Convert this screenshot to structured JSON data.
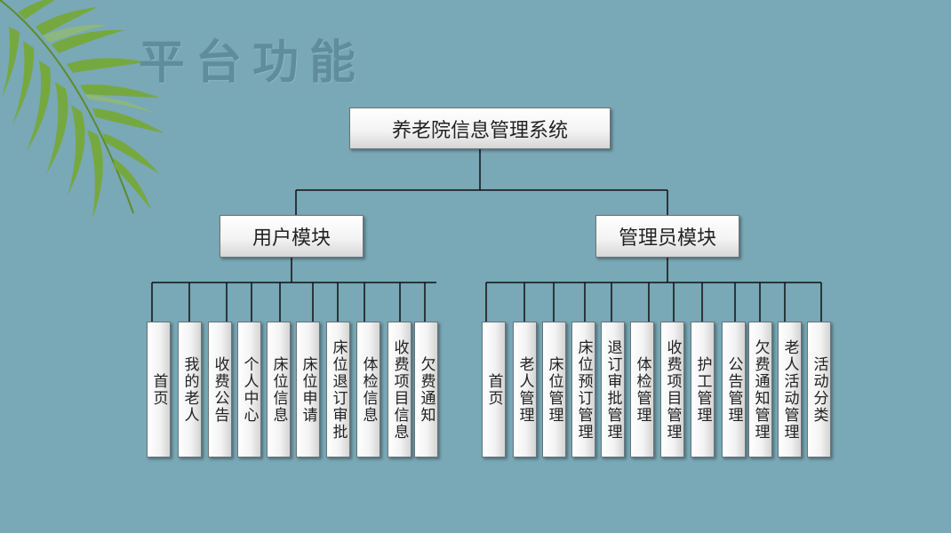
{
  "page_title": "平台功能",
  "root": {
    "label": "养老院信息管理系统"
  },
  "modules": [
    {
      "label": "用户模块",
      "items": [
        "首页",
        "我的老人",
        "收费公告",
        "个人中心",
        "床位信息",
        "床位申请",
        "床位退订审批",
        "体检信息",
        "收费项目信息",
        "欠费通知"
      ]
    },
    {
      "label": "管理员模块",
      "items": [
        "首页",
        "老人管理",
        "床位管理",
        "床位预订管理",
        "退订审批管理",
        "体检管理",
        "收费项目管理",
        "护工管理",
        "公告管理",
        "欠费通知管理",
        "老人活动管理",
        "活动分类"
      ]
    }
  ],
  "colors": {
    "background": "#79a8b6",
    "title": "#5f8d9c",
    "line": "#111111",
    "box_border": "#6b7479"
  }
}
